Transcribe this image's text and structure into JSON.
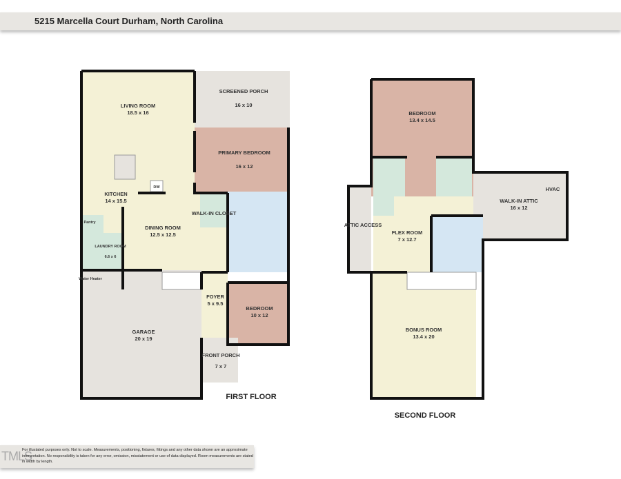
{
  "header": {
    "title": "5215 Marcella Court   Durham, North Carolina"
  },
  "footer": {
    "disclaimer": "For illustated purposes only. Not to scale. Measurements, positioning, fixtures, fittings and any other data shown are an approximate interpretation. No responsibility is taken for any error, omission, misstatement or use of data displayed. Room measurements are stated in width by length.",
    "logo": "TMLS"
  },
  "colors": {
    "living": "#f4f1d6",
    "bedroom": "#d9b4a6",
    "closet": "#d4e8dc",
    "porch": "#e6e3de",
    "bath": "#d5e6f3"
  },
  "first_floor": {
    "label": "FIRST FLOOR",
    "rooms": [
      {
        "name": "LIVING ROOM",
        "size": "18.5 x 16"
      },
      {
        "name": "SCREENED PORCH",
        "size": "16 x 10"
      },
      {
        "name": "PRIMARY BEDROOM",
        "size": "16 x 12"
      },
      {
        "name": "KITCHEN",
        "size": "14 x 15.5"
      },
      {
        "name": "DINING ROOM",
        "size": "12.5 x 12.5"
      },
      {
        "name": "WALK-IN CLOSET"
      },
      {
        "name": "Pantry"
      },
      {
        "name": "LAUNDRY ROOM",
        "size": "6.6 x 6"
      },
      {
        "name": "Water Heater"
      },
      {
        "name": "FOYER",
        "size": "5 x 9.5"
      },
      {
        "name": "BEDROOM",
        "size": "10 x 12"
      },
      {
        "name": "GARAGE",
        "size": "20 x 19"
      },
      {
        "name": "FRONT PORCH",
        "size": "7 x 7"
      }
    ],
    "appliance": "DW"
  },
  "second_floor": {
    "label": "SECOND FLOOR",
    "rooms": [
      {
        "name": "BEDROOM",
        "size": "13.4 x 14.5"
      },
      {
        "name": "HVAC"
      },
      {
        "name": "WALK-IN ATTIC",
        "size": "16 x 12"
      },
      {
        "name": "ATTIC ACCESS"
      },
      {
        "name": "FLEX ROOM",
        "size": "7 x 12.7"
      },
      {
        "name": "BONUS ROOM",
        "size": "13.4 x 20"
      }
    ]
  }
}
